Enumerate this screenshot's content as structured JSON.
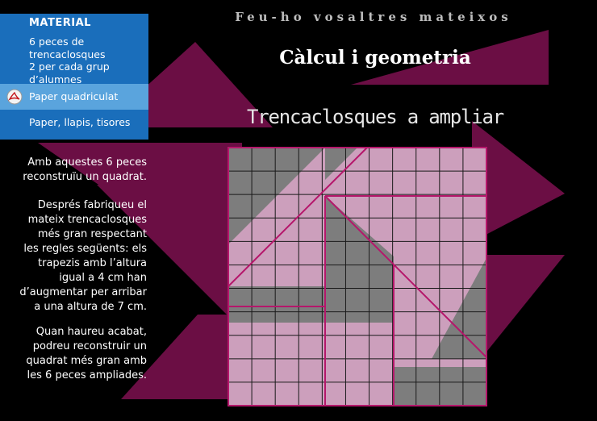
{
  "header": {
    "tagline": "Feu-ho vosaltres mateixos",
    "title": "Càlcul i geometria"
  },
  "puzzle": {
    "title": "Trencaclosques a ampliar"
  },
  "material": {
    "heading": "MATERIAL",
    "items": [
      {
        "lines": [
          "6 peces de",
          "trencaclosques",
          "2 per cada grup",
          "d’alumnes"
        ]
      },
      {
        "label": "Paper quadriculat",
        "icon": "pdf-document-icon",
        "link": true
      },
      {
        "lines": [
          "Paper, llapis, tisores"
        ]
      }
    ]
  },
  "instructions": [
    {
      "lines": [
        "Amb aquestes 6 peces",
        "reconstruïu un quadrat."
      ]
    },
    {
      "lines": [
        "Després fabriqueu el",
        "mateix trencaclosques",
        "més gran respectant",
        "les regles següents: els",
        "trapezis amb l’altura",
        "igual a 4 cm han",
        "d’augmentar per arribar",
        "a una altura de 7 cm."
      ]
    },
    {
      "lines": [
        "Quan haureu acabat,",
        "podreu reconstruir un",
        "quadrat més gran amb",
        "les 6 peces ampliades."
      ]
    }
  ],
  "colors": {
    "background": "#000000",
    "panel": "#1a6ebb",
    "panel_highlight": "#5aa4dd",
    "shape": "#6b0e44",
    "grid_pink": "#cc9fbc",
    "grid_gray": "#7d7d7d",
    "cut_line": "#b5176b"
  }
}
